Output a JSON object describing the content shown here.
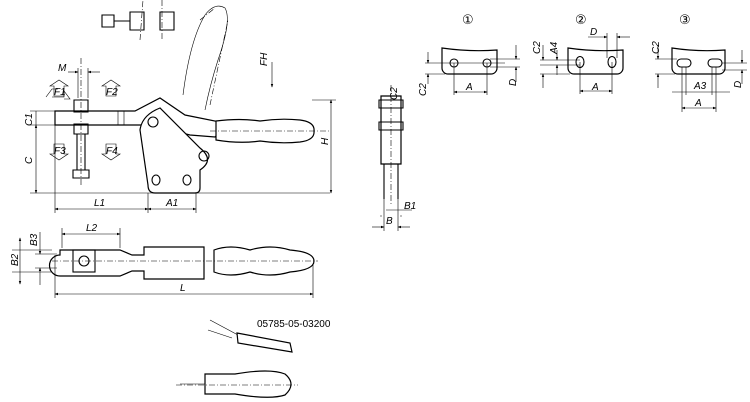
{
  "drawing": {
    "part_number": "05785-05-03200",
    "front_view_labels": {
      "M": "M",
      "F1": "F1",
      "F2": "F2",
      "F3": "F3",
      "F4": "F4",
      "C1": "C1",
      "C": "C",
      "H": "H",
      "FH": "FH",
      "L1": "L1",
      "A1": "A1"
    },
    "top_view_labels": {
      "L2": "L2",
      "B3": "B3",
      "B2": "B2",
      "L": "L"
    },
    "side_view_labels": {
      "C2": "C2",
      "B1": "B1",
      "B": "B"
    },
    "base_variants": [
      {
        "number": "①",
        "labels": {
          "C2": "C2",
          "A": "A",
          "D": "D"
        }
      },
      {
        "number": "②",
        "labels": {
          "C2": "C2",
          "A4": "A4",
          "D": "D",
          "A": "A"
        }
      },
      {
        "number": "③",
        "labels": {
          "C2": "C2",
          "D": "D",
          "A3": "A3",
          "A": "A"
        }
      }
    ]
  }
}
